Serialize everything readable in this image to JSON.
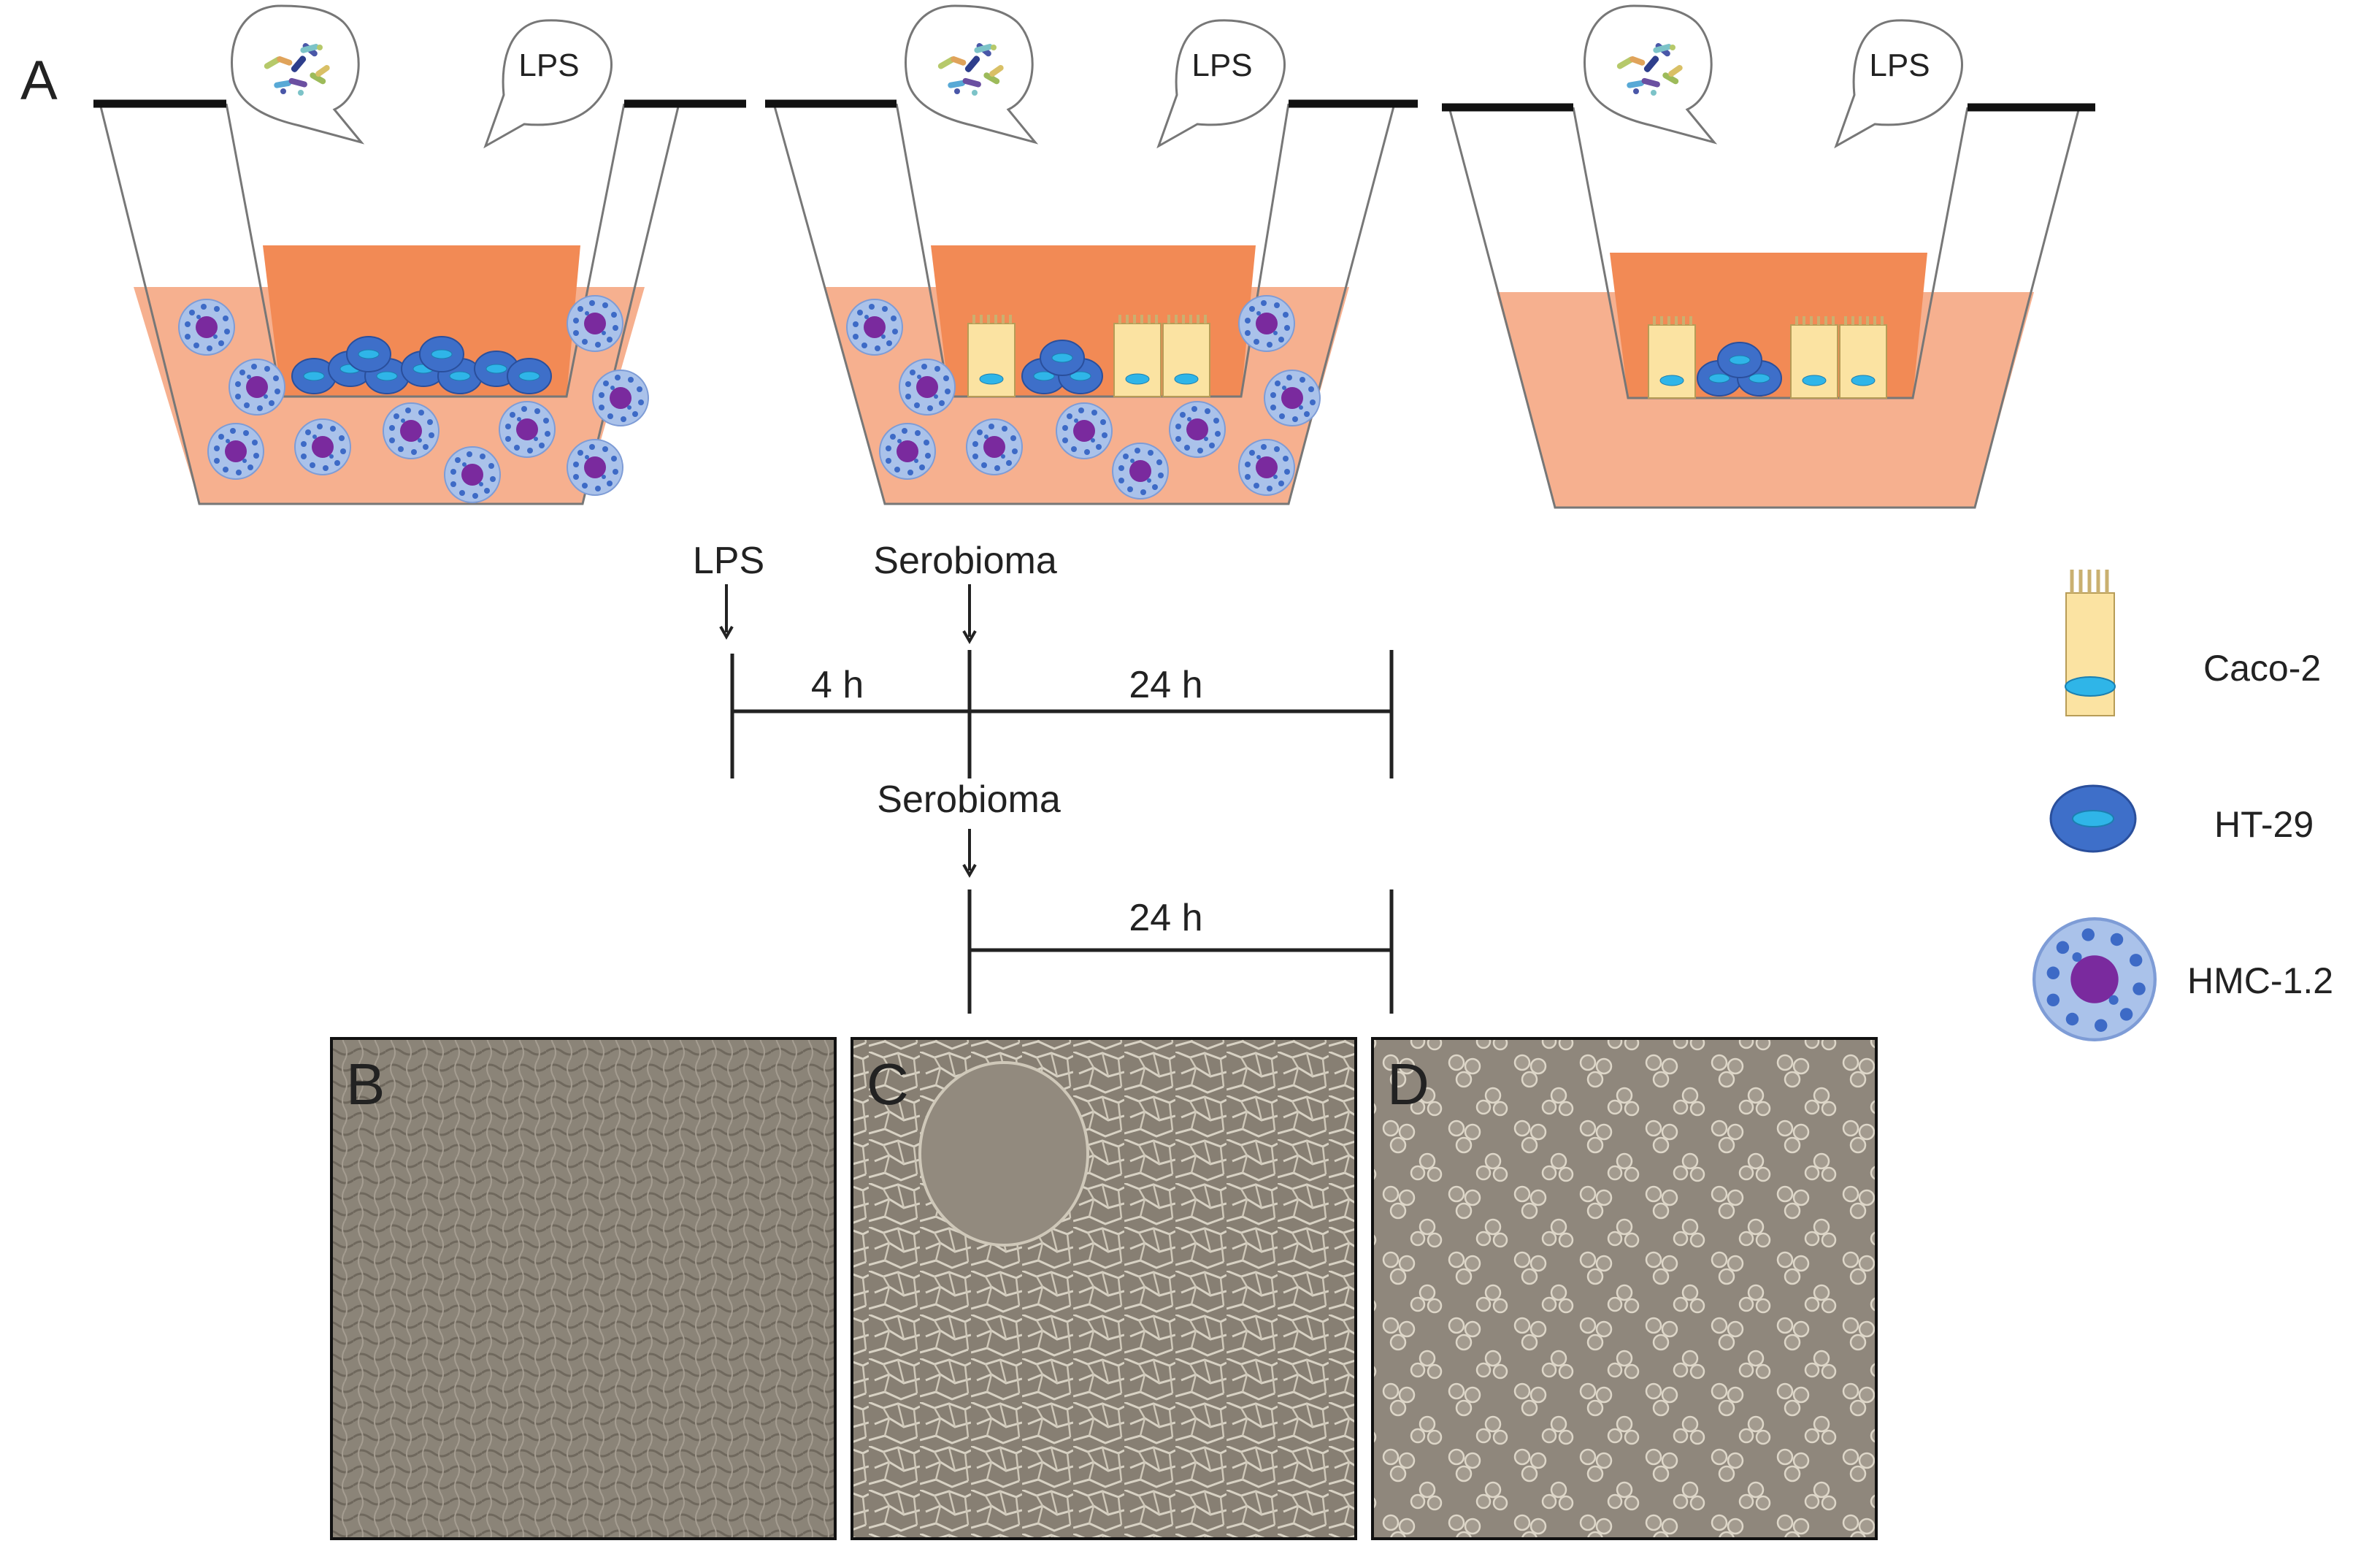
{
  "panel_labels": {
    "a": "A",
    "b": "B",
    "c": "C",
    "d": "D"
  },
  "inserts": [
    {
      "bubbles": {
        "microbiome_icon": "bacteria-icon",
        "lps_label": "LPS"
      },
      "apical_cells": [
        "HT-29"
      ],
      "basolateral_cells": "HMC-1.2"
    },
    {
      "bubbles": {
        "microbiome_icon": "bacteria-icon",
        "lps_label": "LPS"
      },
      "apical_cells": [
        "Caco-2",
        "HT-29"
      ],
      "basolateral_cells": "HMC-1.2"
    },
    {
      "bubbles": {
        "microbiome_icon": "bacteria-icon",
        "lps_label": "LPS"
      },
      "apical_cells": [
        "Caco-2",
        "HT-29"
      ],
      "basolateral_cells": null
    }
  ],
  "timeline": {
    "row1": {
      "marker_1": "LPS",
      "marker_2": "Serobioma",
      "interval_1": "4 h",
      "interval_2": "24 h"
    },
    "row2": {
      "marker": "Serobioma",
      "interval": "24 h"
    }
  },
  "legend": [
    {
      "icon": "caco2-cell-icon",
      "label": "Caco-2"
    },
    {
      "icon": "ht29-cell-icon",
      "label": "HT-29"
    },
    {
      "icon": "hmc-cell-icon",
      "label": "HMC-1.2"
    }
  ],
  "colors": {
    "apical_medium": "#f28a55",
    "basolateral_medium": "#f6b08f",
    "caco2_fill": "#fbe3a2",
    "ht29_fill": "#3e6fc9",
    "nucleus_cyan": "#2fb5e8",
    "hmc_fill": "#aac2ea",
    "hmc_granule": "#3d6ac6",
    "hmc_nucleus": "#7a2a9e",
    "micrograph_bg": "#8c8377"
  }
}
